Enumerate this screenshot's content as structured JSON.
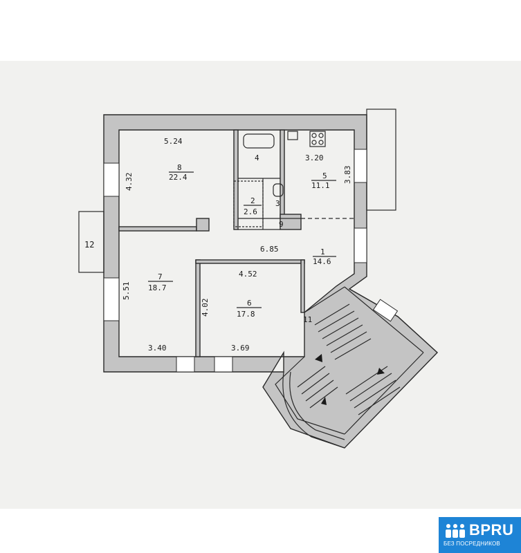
{
  "rooms": [
    {
      "id": "1",
      "area": "14.6"
    },
    {
      "id": "2",
      "area": "2.6"
    },
    {
      "id": "3",
      "area": ""
    },
    {
      "id": "4",
      "area": ""
    },
    {
      "id": "5",
      "area": "11.1"
    },
    {
      "id": "6",
      "area": "17.8"
    },
    {
      "id": "7",
      "area": "18.7"
    },
    {
      "id": "8",
      "area": "22.4"
    },
    {
      "id": "9",
      "area": ""
    },
    {
      "id": "11",
      "area": ""
    },
    {
      "id": "12",
      "area": ""
    }
  ],
  "dimensions": {
    "room8_width": "5.24",
    "room8_height": "4.32",
    "room5_width": "3.20",
    "room5_height": "3.83",
    "hall_length": "6.85",
    "room6_width": "4.52",
    "room6_height": "4.02",
    "room7_height": "5.51",
    "room7_width": "3.40",
    "room6_bottom": "3.69"
  },
  "brand": {
    "name": "BPRU",
    "tagline": "БЕЗ ПОСРЕДНИКОВ",
    "color": "#1e84d6"
  }
}
